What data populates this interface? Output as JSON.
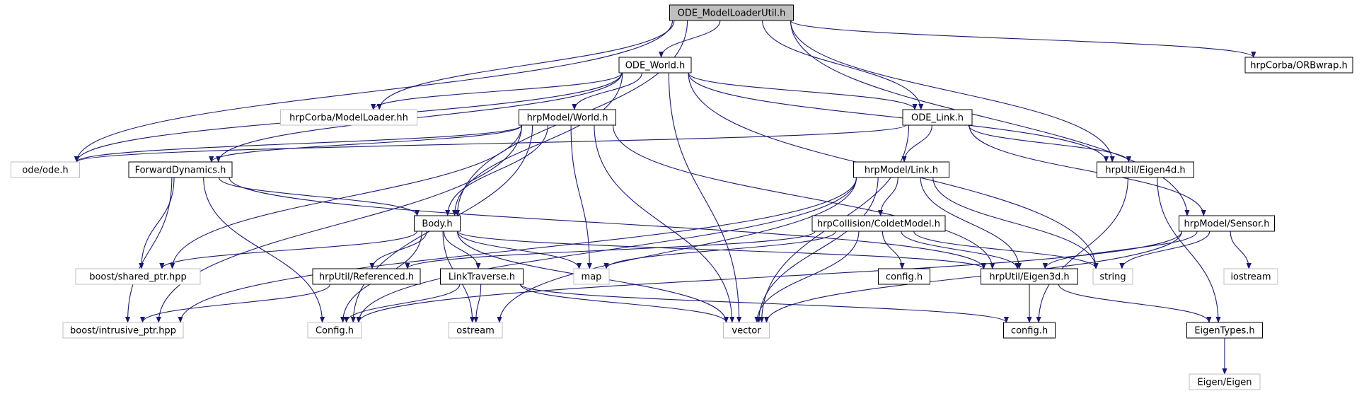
{
  "diagram": {
    "colors": {
      "edge": "#191970",
      "node_border": "#000000",
      "external_border": "#bfbfbf",
      "root_fill": "#bfbfbf",
      "node_fill": "#ffffff",
      "text": "#000000"
    },
    "nodes": [
      {
        "id": "ode_modelloaderutil",
        "label": "ODE_ModelLoaderUtil.h",
        "kind": "root"
      },
      {
        "id": "ode_world",
        "label": "ODE_World.h",
        "kind": "internal"
      },
      {
        "id": "hrpcorba_orbwrap",
        "label": "hrpCorba/ORBwrap.h",
        "kind": "internal"
      },
      {
        "id": "hrpcorba_modelloader",
        "label": "hrpCorba/ModelLoader.hh",
        "kind": "external"
      },
      {
        "id": "hrpmodel_world",
        "label": "hrpModel/World.h",
        "kind": "internal"
      },
      {
        "id": "ode_link",
        "label": "ODE_Link.h",
        "kind": "internal"
      },
      {
        "id": "ode_ode",
        "label": "ode/ode.h",
        "kind": "external"
      },
      {
        "id": "forwarddynamics",
        "label": "ForwardDynamics.h",
        "kind": "internal"
      },
      {
        "id": "hrpmodel_link",
        "label": "hrpModel/Link.h",
        "kind": "internal"
      },
      {
        "id": "hrputil_eigen4d",
        "label": "hrpUtil/Eigen4d.h",
        "kind": "internal"
      },
      {
        "id": "body",
        "label": "Body.h",
        "kind": "internal"
      },
      {
        "id": "hrpcollision_coldetmodel",
        "label": "hrpCollision/ColdetModel.h",
        "kind": "internal"
      },
      {
        "id": "hrpmodel_sensor",
        "label": "hrpModel/Sensor.h",
        "kind": "internal"
      },
      {
        "id": "boost_shared_ptr",
        "label": "boost/shared_ptr.hpp",
        "kind": "external"
      },
      {
        "id": "hrputil_referenced",
        "label": "hrpUtil/Referenced.h",
        "kind": "internal"
      },
      {
        "id": "linktraverse",
        "label": "LinkTraverse.h",
        "kind": "internal"
      },
      {
        "id": "map",
        "label": "map",
        "kind": "external"
      },
      {
        "id": "config_h_small",
        "label": "config.h",
        "kind": "internal"
      },
      {
        "id": "hrputil_eigen3d",
        "label": "hrpUtil/Eigen3d.h",
        "kind": "internal"
      },
      {
        "id": "string",
        "label": "string",
        "kind": "external"
      },
      {
        "id": "iostream",
        "label": "iostream",
        "kind": "external"
      },
      {
        "id": "boost_intrusive_ptr",
        "label": "boost/intrusive_ptr.hpp",
        "kind": "external"
      },
      {
        "id": "config_h_cap",
        "label": "Config.h",
        "kind": "external"
      },
      {
        "id": "ostream",
        "label": "ostream",
        "kind": "external"
      },
      {
        "id": "vector",
        "label": "vector",
        "kind": "external"
      },
      {
        "id": "config_h_util",
        "label": "config.h",
        "kind": "internal"
      },
      {
        "id": "eigentypes",
        "label": "EigenTypes.h",
        "kind": "internal"
      },
      {
        "id": "eigen_eigen",
        "label": "Eigen/Eigen",
        "kind": "external"
      }
    ],
    "edges": [
      [
        "ode_modelloaderutil",
        "ode_world"
      ],
      [
        "ode_modelloaderutil",
        "hrpcorba_orbwrap"
      ],
      [
        "ode_modelloaderutil",
        "hrpcorba_modelloader"
      ],
      [
        "ode_modelloaderutil",
        "ode_link"
      ],
      [
        "ode_modelloaderutil",
        "ode_ode"
      ],
      [
        "ode_modelloaderutil",
        "body"
      ],
      [
        "ode_modelloaderutil",
        "hrputil_eigen4d"
      ],
      [
        "ode_modelloaderutil",
        "hrpmodel_sensor"
      ],
      [
        "ode_world",
        "hrpcorba_modelloader"
      ],
      [
        "ode_world",
        "hrpmodel_world"
      ],
      [
        "ode_world",
        "ode_link"
      ],
      [
        "ode_world",
        "ode_ode"
      ],
      [
        "ode_world",
        "forwarddynamics"
      ],
      [
        "ode_world",
        "body"
      ],
      [
        "ode_world",
        "hrputil_eigen4d"
      ],
      [
        "ode_world",
        "vector"
      ],
      [
        "ode_world",
        "string"
      ],
      [
        "hrpmodel_world",
        "ode_ode"
      ],
      [
        "hrpmodel_world",
        "forwarddynamics"
      ],
      [
        "hrpmodel_world",
        "body"
      ],
      [
        "hrpmodel_world",
        "map"
      ],
      [
        "hrpmodel_world",
        "vector"
      ],
      [
        "hrpmodel_world",
        "config_h_cap"
      ],
      [
        "hrpmodel_world",
        "boost_shared_ptr"
      ],
      [
        "hrpmodel_world",
        "boost_intrusive_ptr"
      ],
      [
        "hrpmodel_world",
        "hrputil_eigen3d"
      ],
      [
        "ode_link",
        "ode_ode"
      ],
      [
        "ode_link",
        "hrpmodel_link"
      ],
      [
        "ode_link",
        "hrputil_eigen4d"
      ],
      [
        "ode_link",
        "vector"
      ],
      [
        "ode_link",
        "hrpmodel_sensor"
      ],
      [
        "forwarddynamics",
        "body"
      ],
      [
        "forwarddynamics",
        "boost_shared_ptr"
      ],
      [
        "forwarddynamics",
        "boost_intrusive_ptr"
      ],
      [
        "forwarddynamics",
        "config_h_cap"
      ],
      [
        "forwarddynamics",
        "hrputil_eigen3d"
      ],
      [
        "hrpmodel_link",
        "hrpcollision_coldetmodel"
      ],
      [
        "hrpmodel_link",
        "hrputil_eigen3d"
      ],
      [
        "hrpmodel_link",
        "string"
      ],
      [
        "hrpmodel_link",
        "vector"
      ],
      [
        "hrpmodel_link",
        "config_h_cap"
      ],
      [
        "hrpmodel_link",
        "ostream"
      ],
      [
        "hrpmodel_link",
        "boost_intrusive_ptr"
      ],
      [
        "hrputil_eigen4d",
        "eigentypes"
      ],
      [
        "hrputil_eigen4d",
        "config_h_util"
      ],
      [
        "body",
        "boost_shared_ptr"
      ],
      [
        "body",
        "hrputil_referenced"
      ],
      [
        "body",
        "linktraverse"
      ],
      [
        "body",
        "map"
      ],
      [
        "body",
        "hrputil_eigen3d"
      ],
      [
        "body",
        "vector"
      ],
      [
        "body",
        "config_h_cap"
      ],
      [
        "body",
        "ostream"
      ],
      [
        "hrpcollision_coldetmodel",
        "hrputil_referenced"
      ],
      [
        "hrpcollision_coldetmodel",
        "map"
      ],
      [
        "hrpcollision_coldetmodel",
        "config_h_small"
      ],
      [
        "hrpcollision_coldetmodel",
        "hrputil_eigen3d"
      ],
      [
        "hrpcollision_coldetmodel",
        "string"
      ],
      [
        "hrpcollision_coldetmodel",
        "vector"
      ],
      [
        "hrpmodel_sensor",
        "hrputil_eigen3d"
      ],
      [
        "hrpmodel_sensor",
        "string"
      ],
      [
        "hrpmodel_sensor",
        "iostream"
      ],
      [
        "hrpmodel_sensor",
        "vector"
      ],
      [
        "hrpmodel_sensor",
        "config_h_cap"
      ],
      [
        "hrputil_referenced",
        "boost_intrusive_ptr"
      ],
      [
        "linktraverse",
        "ostream"
      ],
      [
        "linktraverse",
        "vector"
      ],
      [
        "linktraverse",
        "config_h_cap"
      ],
      [
        "linktraverse",
        "config_h_util"
      ],
      [
        "hrputil_eigen3d",
        "config_h_util"
      ],
      [
        "hrputil_eigen3d",
        "eigentypes"
      ],
      [
        "eigentypes",
        "eigen_eigen"
      ]
    ]
  }
}
